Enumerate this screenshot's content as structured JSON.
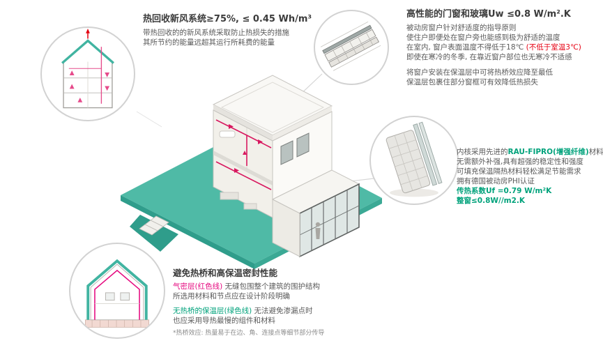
{
  "colors": {
    "teal_accent": "#41b4a1",
    "ground_teal": "#4fbaa6",
    "green_text": "#00a27b",
    "magenta": "#e5097f",
    "red": "#e60012",
    "heading": "#3b3b3b",
    "body_text": "#5a5a5a"
  },
  "illustrations": {
    "ventilation_circle": "house-section-with-heat-recovery-airflow",
    "window_detail_circle": "window-corner-technical-drawing",
    "window_profile_circle": "window-frame-profile-cross-section",
    "insulation_circle": "house-section-insulation-and-airtight-layers",
    "main": "isometric-cutaway-passive-house-on-teal-ground"
  },
  "sections": {
    "ventilation": {
      "title": "热回收新风系统≥75%, ≤ 0.45 Wh/m³",
      "body1": "带热回收的的新风系统采取防止热损失的措施",
      "body2": "其所节约的能量远超其运行所耗费的能量"
    },
    "windows": {
      "title": "高性能的门窗和玻璃Uw ≤0.8 W/m².K",
      "l1": "被动房窗户针对舒适度的指导原则",
      "l2": "使住户即便处在窗户旁也能感到极为舒适的温度",
      "l3a": "在室内, 窗户表面温度不得低于18℃ ",
      "l3b": "(不低于室温3℃)",
      "l4": "即使在寒冷的冬季, 在靠近窗户部位也无寒冷不适感",
      "l5": "将窗户安装在保温层中可将热桥效应降至最低",
      "l6": "保温层包裹住部分窗框可有效降低热损失"
    },
    "profile": {
      "l1_pre": "内核采用先进的",
      "l1_highlight": "RAU-FIPRO(增强纤维)",
      "l1_post": "材料",
      "l2": "无需额外补强,具有超强的稳定性和强度",
      "l3": "可填充保温隔热材料轻松满足节能需求",
      "l4": "拥有德国被动房PHI认证",
      "uf": "传热系数Uf =0.79 W/m²K",
      "uw": "整窗≤0.8W//m2.K"
    },
    "thermal": {
      "title": "避免热桥和高保温密封性能",
      "air_label": "气密层(红色线)",
      "air_text": " 无缝包围整个建筑的围护结构",
      "air_line2": "所选用材料和节点应在设计阶段明确",
      "ins_label": "无热桥的保温层(绿色线)",
      "ins_text": " 无法避免渗漏点时",
      "ins_line2": "也应采用导热最慢的组件和材料",
      "footnote": "*热桥效应: 热量易于在边、角、连接点等细节部分传导"
    }
  }
}
